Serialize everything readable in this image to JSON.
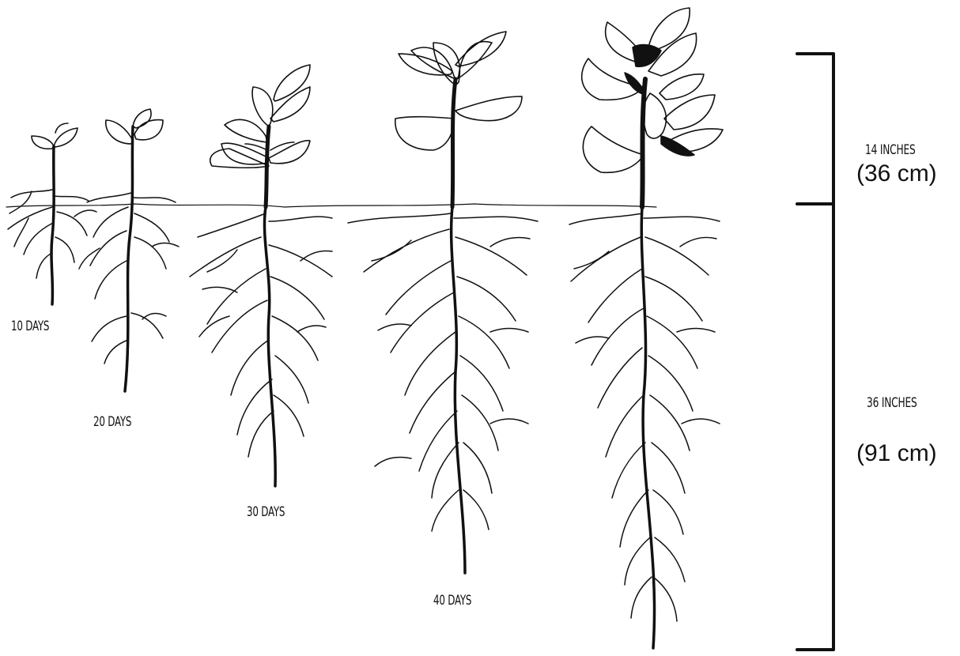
{
  "stages": [
    {
      "label": "10 DAYS"
    },
    {
      "label": "20 DAYS"
    },
    {
      "label": "30 DAYS"
    },
    {
      "label": "40 DAYS"
    }
  ],
  "measurements": {
    "top": {
      "imperial": "14 INCHES",
      "metric": "(36 cm)"
    },
    "bottom": {
      "imperial": "36 INCHES",
      "metric": "(91 cm)"
    }
  }
}
